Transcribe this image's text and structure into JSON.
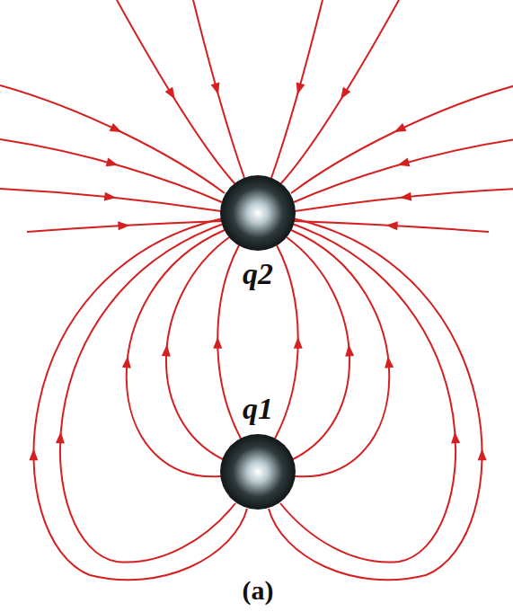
{
  "diagram": {
    "labels": [
      "q2",
      "q1",
      "(a)"
    ]
  }
}
